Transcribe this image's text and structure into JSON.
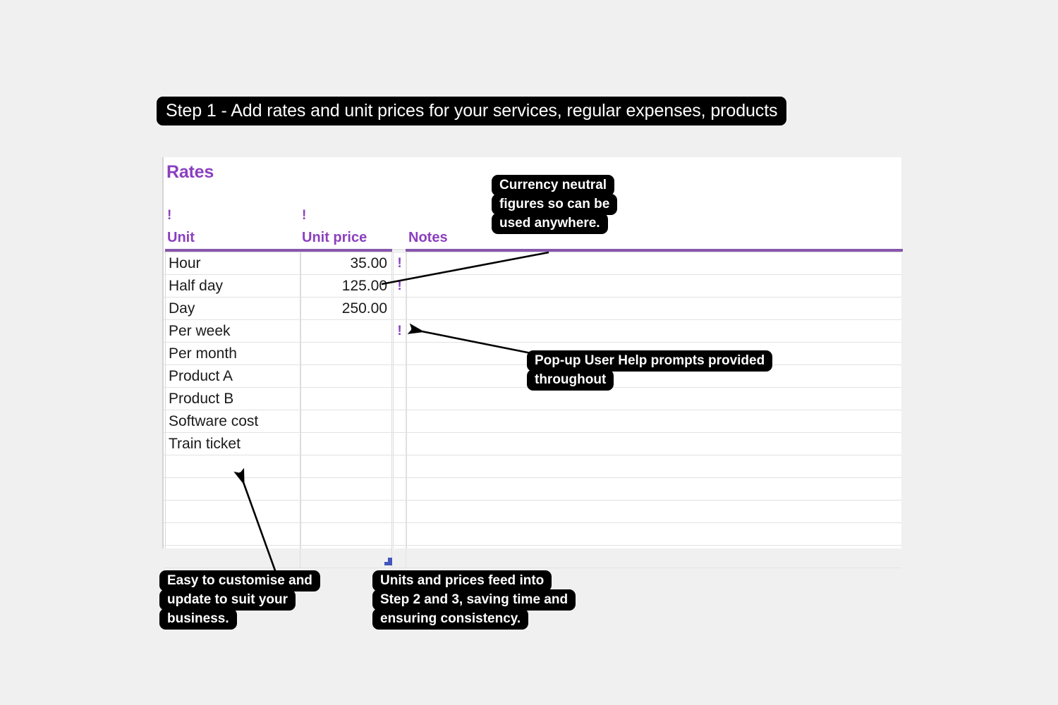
{
  "banner": {
    "text": "Step 1 - Add rates and unit prices for your services, regular expenses, products"
  },
  "sheet": {
    "title": "Rates",
    "accent_color": "#8B3FBF",
    "rule_color": "#8757ad",
    "help_marker": "!",
    "columns": [
      {
        "key": "unit",
        "label": "Unit",
        "help_marker": "!"
      },
      {
        "key": "price",
        "label": "Unit price",
        "help_marker": "!"
      },
      {
        "key": "bang",
        "label": "",
        "help_marker": ""
      },
      {
        "key": "notes",
        "label": "Notes",
        "help_marker": ""
      }
    ],
    "rows": [
      {
        "unit": "Hour",
        "price": "35.00",
        "bang": "!",
        "notes": ""
      },
      {
        "unit": "Half day",
        "price": "125.00",
        "bang": "!",
        "notes": ""
      },
      {
        "unit": "Day",
        "price": "250.00",
        "bang": "",
        "notes": ""
      },
      {
        "unit": "Per week",
        "price": "",
        "bang": "!",
        "notes": ""
      },
      {
        "unit": "Per month",
        "price": "",
        "bang": "",
        "notes": ""
      },
      {
        "unit": "Product A",
        "price": "",
        "bang": "",
        "notes": ""
      },
      {
        "unit": "Product B",
        "price": "",
        "bang": "",
        "notes": ""
      },
      {
        "unit": "Software cost",
        "price": "",
        "bang": "",
        "notes": ""
      },
      {
        "unit": "Train ticket",
        "price": "",
        "bang": "",
        "notes": ""
      },
      {
        "unit": "",
        "price": "",
        "bang": "",
        "notes": ""
      },
      {
        "unit": "",
        "price": "",
        "bang": "",
        "notes": ""
      },
      {
        "unit": "",
        "price": "",
        "bang": "",
        "notes": ""
      },
      {
        "unit": "",
        "price": "",
        "bang": "",
        "notes": ""
      },
      {
        "unit": "",
        "price": "",
        "bang": "",
        "notes": ""
      }
    ],
    "selection_marker_color": "#4455bb"
  },
  "callouts": {
    "currency": {
      "lines": [
        "Currency neutral",
        "figures so can be",
        "used anywhere."
      ]
    },
    "popup_help": {
      "lines": [
        "Pop-up User Help prompts provided",
        "throughout"
      ]
    },
    "easy_customise": {
      "lines": [
        "Easy to customise and",
        "update to suit your",
        "business."
      ]
    },
    "feeds_forward": {
      "lines": [
        "Units and prices feed into",
        "Step 2 and 3, saving time and",
        "ensuring consistency."
      ]
    }
  }
}
